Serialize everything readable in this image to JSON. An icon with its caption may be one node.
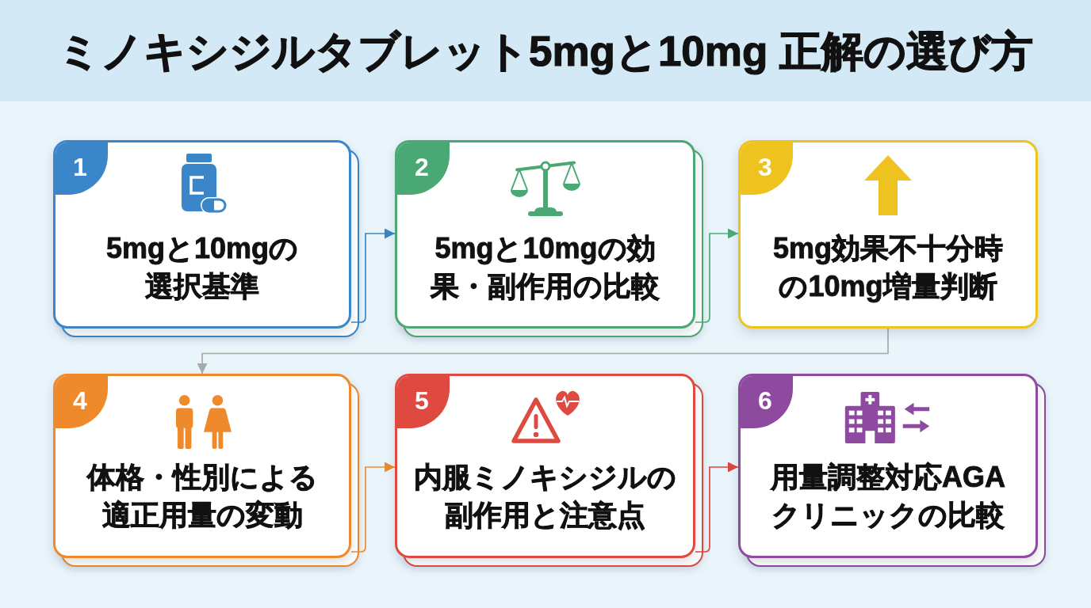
{
  "diagram": {
    "title": "ミノキシジルタブレット5mgと10mg 正解の選び方",
    "nodes": [
      {
        "text": [
          "1",
          "5mgと10mgの選択基準"
        ]
      },
      {
        "text": [
          "2",
          "5mgと10mgの効果・副作用の比較"
        ]
      },
      {
        "text": [
          "3",
          "5mg効果不十分時の10mg増量判断"
        ]
      },
      {
        "text": [
          "4",
          "体格・性別による適正用量の変動"
        ]
      },
      {
        "text": [
          "5",
          "内服ミノキシジルの副作用と注意点"
        ]
      },
      {
        "text": [
          "6",
          "用量調整対応AGAクリニックの比較"
        ]
      }
    ],
    "edges": [
      {
        "from": 0,
        "to": 1,
        "arrow": "to",
        "color": "#3b86c6"
      },
      {
        "from": 1,
        "to": 2,
        "arrow": "to",
        "color": "#4caa78"
      },
      {
        "from": 2,
        "to": 3,
        "arrow": "to",
        "color": "#a9a9a9"
      },
      {
        "from": 3,
        "to": 4,
        "arrow": "to",
        "color": "#ee8c2c"
      },
      {
        "from": 4,
        "to": 5,
        "arrow": "to",
        "color": "#e0463e"
      }
    ]
  }
}
